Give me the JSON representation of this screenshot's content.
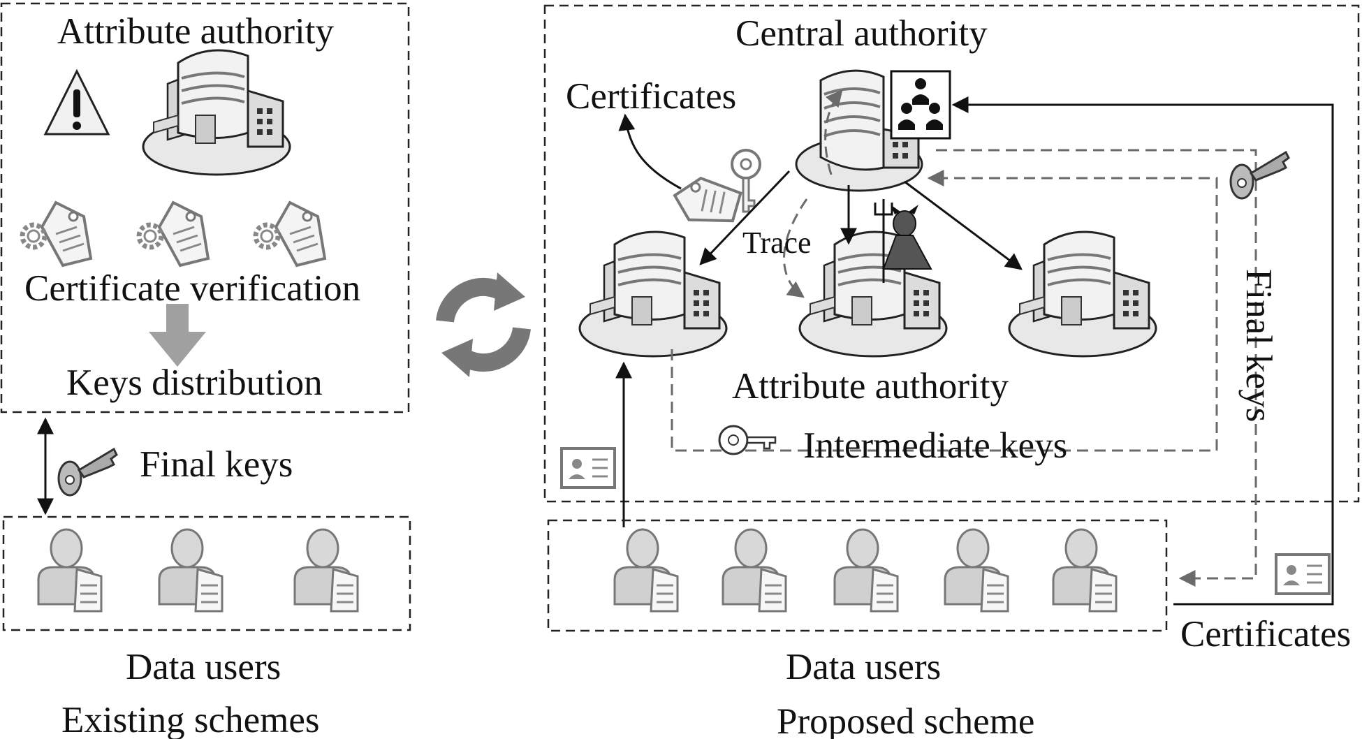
{
  "existing": {
    "attribute_authority": "Attribute authority",
    "certificate_verification": "Certificate verification",
    "keys_distribution": "Keys distribution",
    "final_keys": "Final keys",
    "data_users": "Data users",
    "caption": "Existing schemes"
  },
  "proposed": {
    "central_authority": "Central authority",
    "certificates_top": "Certificates",
    "trace": "Trace",
    "attribute_authority": "Attribute authority",
    "intermediate_keys": "Intermediate keys",
    "final_keys": "Final keys",
    "certificates_bottom": "Certificates",
    "data_users": "Data users",
    "caption": "Proposed scheme"
  },
  "icons": [
    "building-icon",
    "warning-icon",
    "certificate-tag-icon",
    "gear-icon",
    "key-icon",
    "user-icon",
    "id-card-icon",
    "group-icon",
    "devil-icon",
    "sync-icon"
  ],
  "colors": {
    "line": "#111111",
    "dashed_line": "#6a6a6a",
    "icon_gray": "#9a9a9a",
    "arrow_fill": "#a0a0a0"
  }
}
